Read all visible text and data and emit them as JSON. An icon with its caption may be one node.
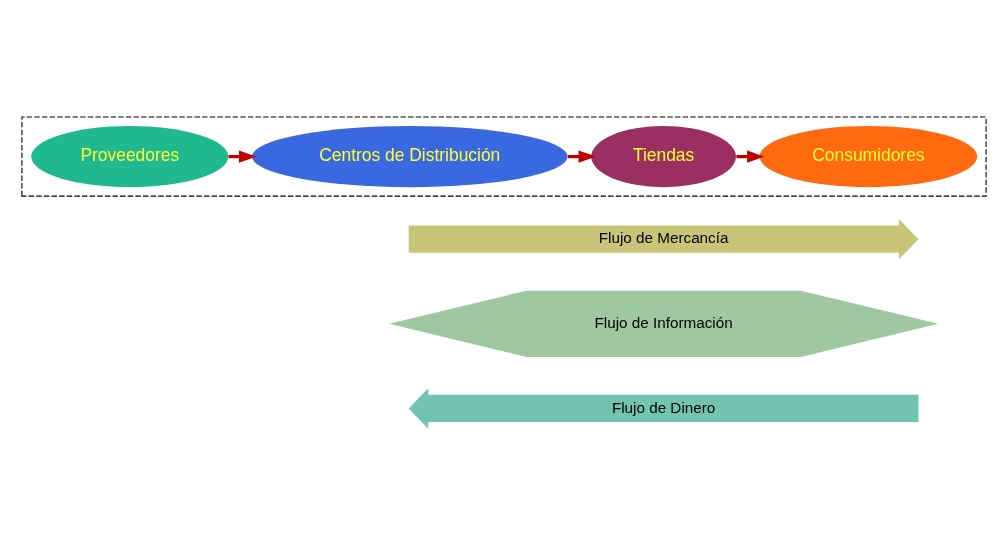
{
  "diagram": {
    "nodes": [
      {
        "text": [],
        "shape": "box"
      },
      {
        "text": [
          "Proveedores"
        ],
        "in": 0
      },
      {
        "text": [
          "Centros de Distribución"
        ],
        "in": 0
      },
      {
        "text": [
          "Tiendas"
        ],
        "in": 0
      },
      {
        "text": [
          "Consumidores"
        ],
        "in": 0
      },
      {
        "text": [
          "Flujo de Mercancía"
        ]
      },
      {
        "text": [
          "Flujo de Información"
        ]
      },
      {
        "text": [
          "Flujo de Dinero"
        ]
      }
    ],
    "edges": [
      {
        "from": 1,
        "to": 2,
        "arrow": "to"
      },
      {
        "from": 2,
        "to": 3,
        "arrow": "to"
      },
      {
        "from": 3,
        "to": 4,
        "arrow": "to"
      }
    ]
  }
}
